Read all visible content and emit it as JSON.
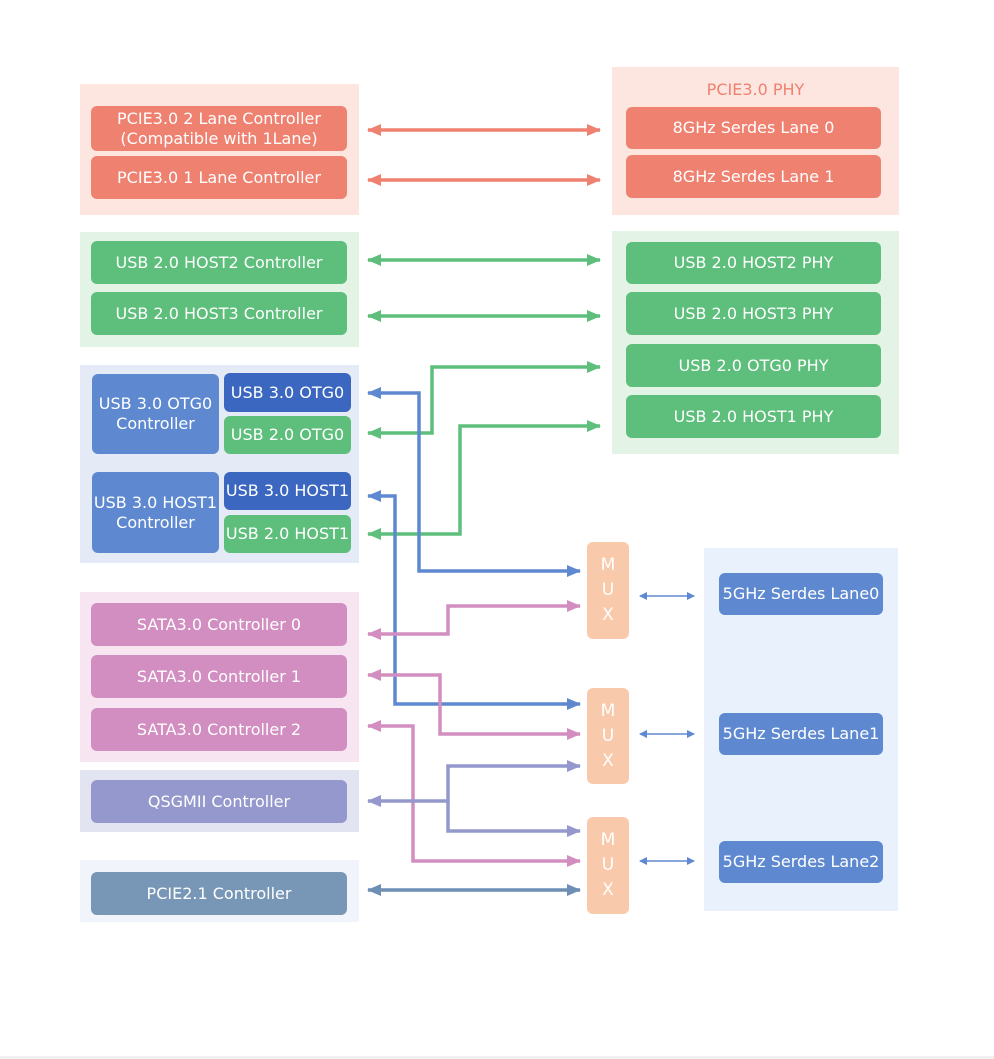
{
  "pcie3": {
    "controller_2lane": [
      "PCIE3.0  2 Lane Controller",
      "(Compatible with 1Lane)"
    ],
    "controller_1lane": "PCIE3.0  1 Lane Controller",
    "phy_title": "PCIE3.0 PHY",
    "lane0": "8GHz Serdes Lane 0",
    "lane1": "8GHz Serdes Lane 1"
  },
  "usb2": {
    "host2_controller": "USB 2.0 HOST2 Controller",
    "host3_controller": "USB 2.0 HOST3 Controller",
    "host2_phy": "USB 2.0  HOST2  PHY",
    "host3_phy": "USB 2.0  HOST3  PHY",
    "otg0_phy": "USB 2.0  OTG0  PHY",
    "host1_phy": "USB 2.0  HOST1  PHY"
  },
  "usb3": {
    "otg0_controller": [
      "USB 3.0 OTG0",
      "Controller"
    ],
    "otg0_usb3": "USB 3.0 OTG0",
    "otg0_usb2": "USB 2.0 OTG0",
    "host1_controller": [
      "USB 3.0 HOST1",
      "Controller"
    ],
    "host1_usb3": "USB 3.0 HOST1",
    "host1_usb2": "USB 2.0 HOST1"
  },
  "sata": {
    "controller0": "SATA3.0 Controller 0",
    "controller1": "SATA3.0 Controller 1",
    "controller2": "SATA3.0 Controller 2"
  },
  "qsgmii": {
    "controller": "QSGMII Controller"
  },
  "pcie2": {
    "controller": "PCIE2.1 Controller"
  },
  "mux": {
    "letters": [
      "M",
      "U",
      "X"
    ]
  },
  "serdes5g": {
    "lane0": "5GHz Serdes Lane0",
    "lane1": "5GHz Serdes Lane1",
    "lane2": "5GHz Serdes Lane2"
  },
  "colors": {
    "pcie3_block": "#ef8170",
    "pcie3_panel": "#fde6e0",
    "pcie3_arrow": "#ef8170",
    "usb2_block": "#5dbf7b",
    "usb2_panel": "#e3f4e6",
    "usb2_arrow": "#5dbf7b",
    "usb3_ctrl": "#5e89d1",
    "usb3_dark": "#3b67c0",
    "usb3_panel": "#e4ebf6",
    "usb3_arrow": "#5e89d1",
    "sata_block": "#d28ec1",
    "sata_panel": "#f7e5f1",
    "sata_arrow": "#d28ec1",
    "qsgmii_block": "#9498cc",
    "qsgmii_panel": "#e3e4f2",
    "qsgmii_arrow": "#9498cc",
    "pcie2_block": "#7897b6",
    "pcie2_panel": "#f1f5fb",
    "pcie2_arrow": "#6d8fb3",
    "mux_block": "#f9c9ac",
    "serdes5g_block": "#5e89d1",
    "serdes5g_panel": "#e8f1fc",
    "serdes5g_arrow": "#5e89d1"
  }
}
